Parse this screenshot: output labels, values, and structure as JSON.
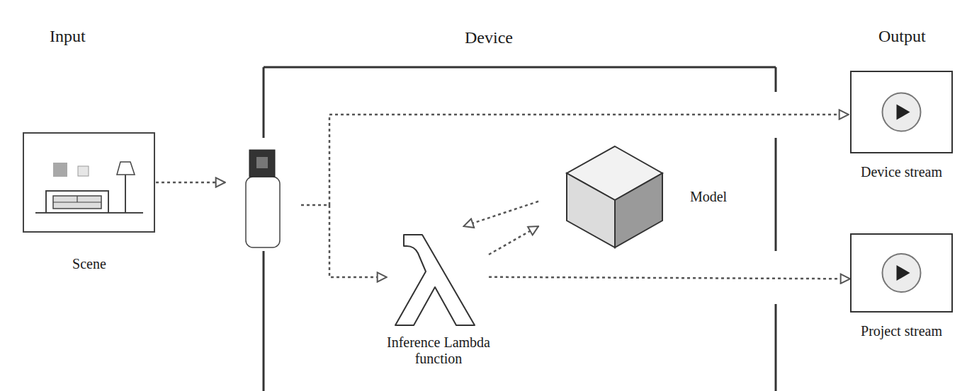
{
  "diagram": {
    "nodes": [
      {
        "text": [
          "Scene"
        ]
      },
      {
        "text": [
          "Device"
        ]
      },
      {
        "text": [
          "Inference Lambda function"
        ],
        "in": 1
      },
      {
        "text": [
          "Model"
        ],
        "in": 1
      },
      {
        "text": [
          "Device stream"
        ]
      },
      {
        "text": [
          "Project stream"
        ]
      }
    ],
    "edges": [
      {
        "from": 2,
        "to": 3,
        "arrow": "to"
      },
      {
        "from": 3,
        "to": 2,
        "arrow": "to"
      },
      {
        "from": 2,
        "to": 5,
        "arrow": "to"
      }
    ],
    "labels": [
      "Input",
      "Output"
    ]
  }
}
